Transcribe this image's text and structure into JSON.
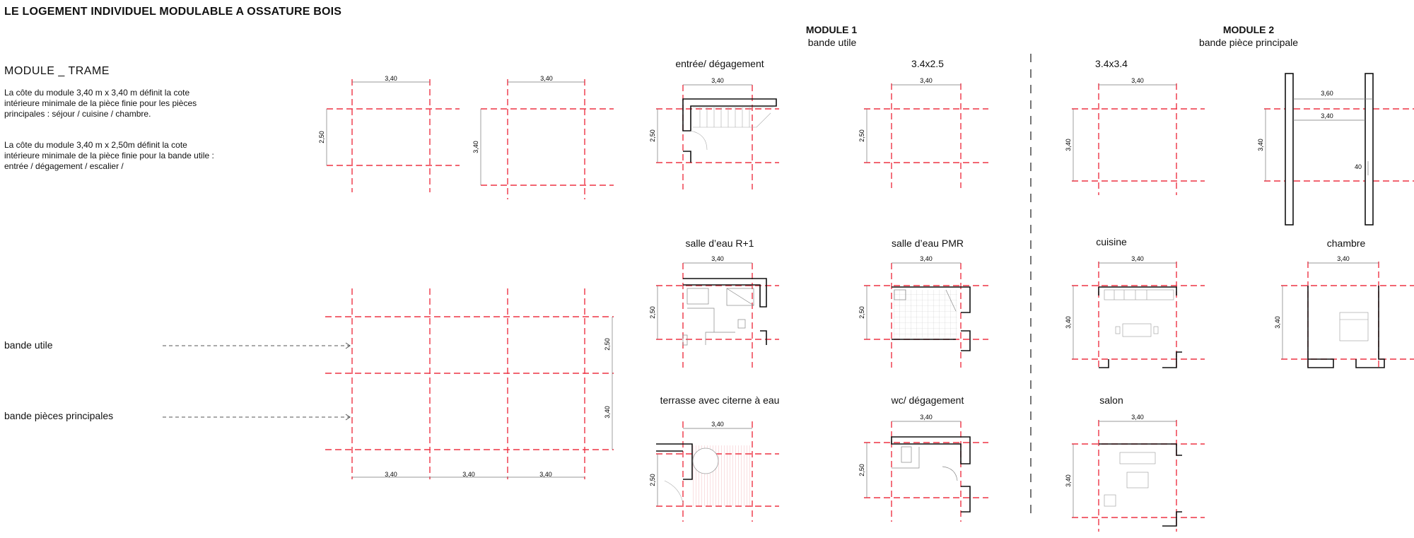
{
  "title": "LE LOGEMENT INDIVIDUEL MODULABLE A OSSATURE BOIS",
  "module1": {
    "name": "MODULE 1",
    "subtitle": "bande utile"
  },
  "module2": {
    "name": "MODULE 2",
    "subtitle": "bande pièce principale"
  },
  "trame": {
    "heading": "MODULE _ TRAME",
    "paragraph1": "La côte du module 3,40 m x 3,40 m définit la cote intérieure minimale de la pièce finie pour les pièces principales : séjour / cuisine / chambre.",
    "paragraph2": "La côte du module 3,40 m x 2,50m définit la cote intérieure minimale de la pièce finie pour la bande utile : entrée / dégagement / escalier /",
    "label_bande_utile": "bande utile",
    "label_bande_pieces": "bande pièces principales"
  },
  "dims": {
    "d340": "3,40",
    "d250": "2,50",
    "d360": "3,60",
    "d40": "40"
  },
  "captions": {
    "entree": "entrée/ dégagement",
    "mod34x25": "3.4x2.5",
    "mod34x34": "3.4x3.4",
    "sdb_r1": "salle d’eau R+1",
    "sdb_pmr": "salle d’eau PMR",
    "cuisine": "cuisine",
    "chambre": "chambre",
    "terrasse": "terrasse avec citerne à eau",
    "wc": "wc/ dégagement",
    "salon": "salon"
  },
  "colors": {
    "grid": "#ee3344",
    "wall": "#111111",
    "thin": "#555555"
  }
}
